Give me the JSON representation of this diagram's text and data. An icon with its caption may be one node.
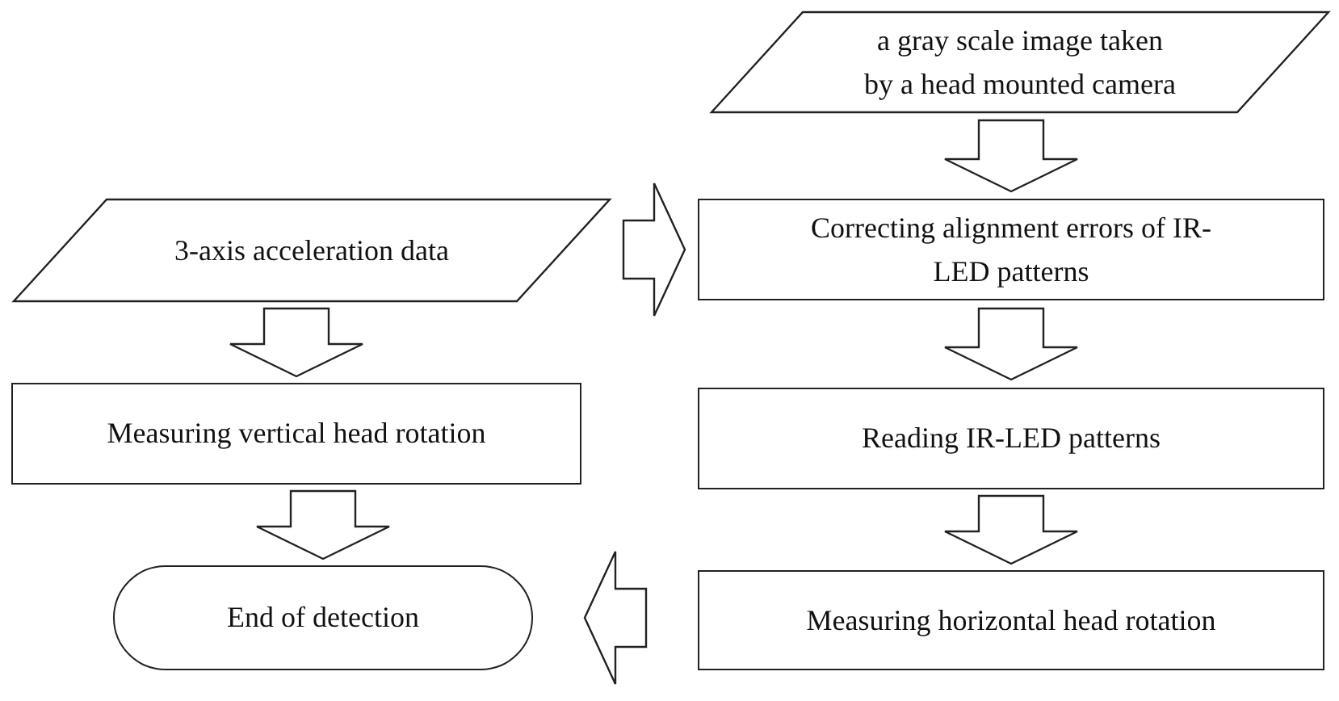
{
  "diagram": {
    "nodes": [
      {
        "text": [
          "a gray scale image taken by a head mounted camera"
        ]
      },
      {
        "text": [
          "3-axis acceleration data"
        ]
      },
      {
        "text": [
          "Correcting alignment errors of IR-LED patterns"
        ]
      },
      {
        "text": [
          "Measuring vertical head rotation"
        ]
      },
      {
        "text": [
          "Reading IR-LED patterns"
        ]
      },
      {
        "text": [
          "End of detection"
        ]
      },
      {
        "text": [
          "Measuring horizontal head rotation"
        ]
      }
    ],
    "edges": [
      {
        "from": 0,
        "to": 2,
        "arrow": "to"
      },
      {
        "from": 1,
        "to": 2,
        "arrow": "to"
      },
      {
        "from": 1,
        "to": 3,
        "arrow": "to"
      },
      {
        "from": 2,
        "to": 4,
        "arrow": "to"
      },
      {
        "from": 4,
        "to": 6,
        "arrow": "to"
      },
      {
        "from": 3,
        "to": 5,
        "arrow": "to"
      },
      {
        "from": 6,
        "to": 5,
        "arrow": "to"
      }
    ]
  }
}
